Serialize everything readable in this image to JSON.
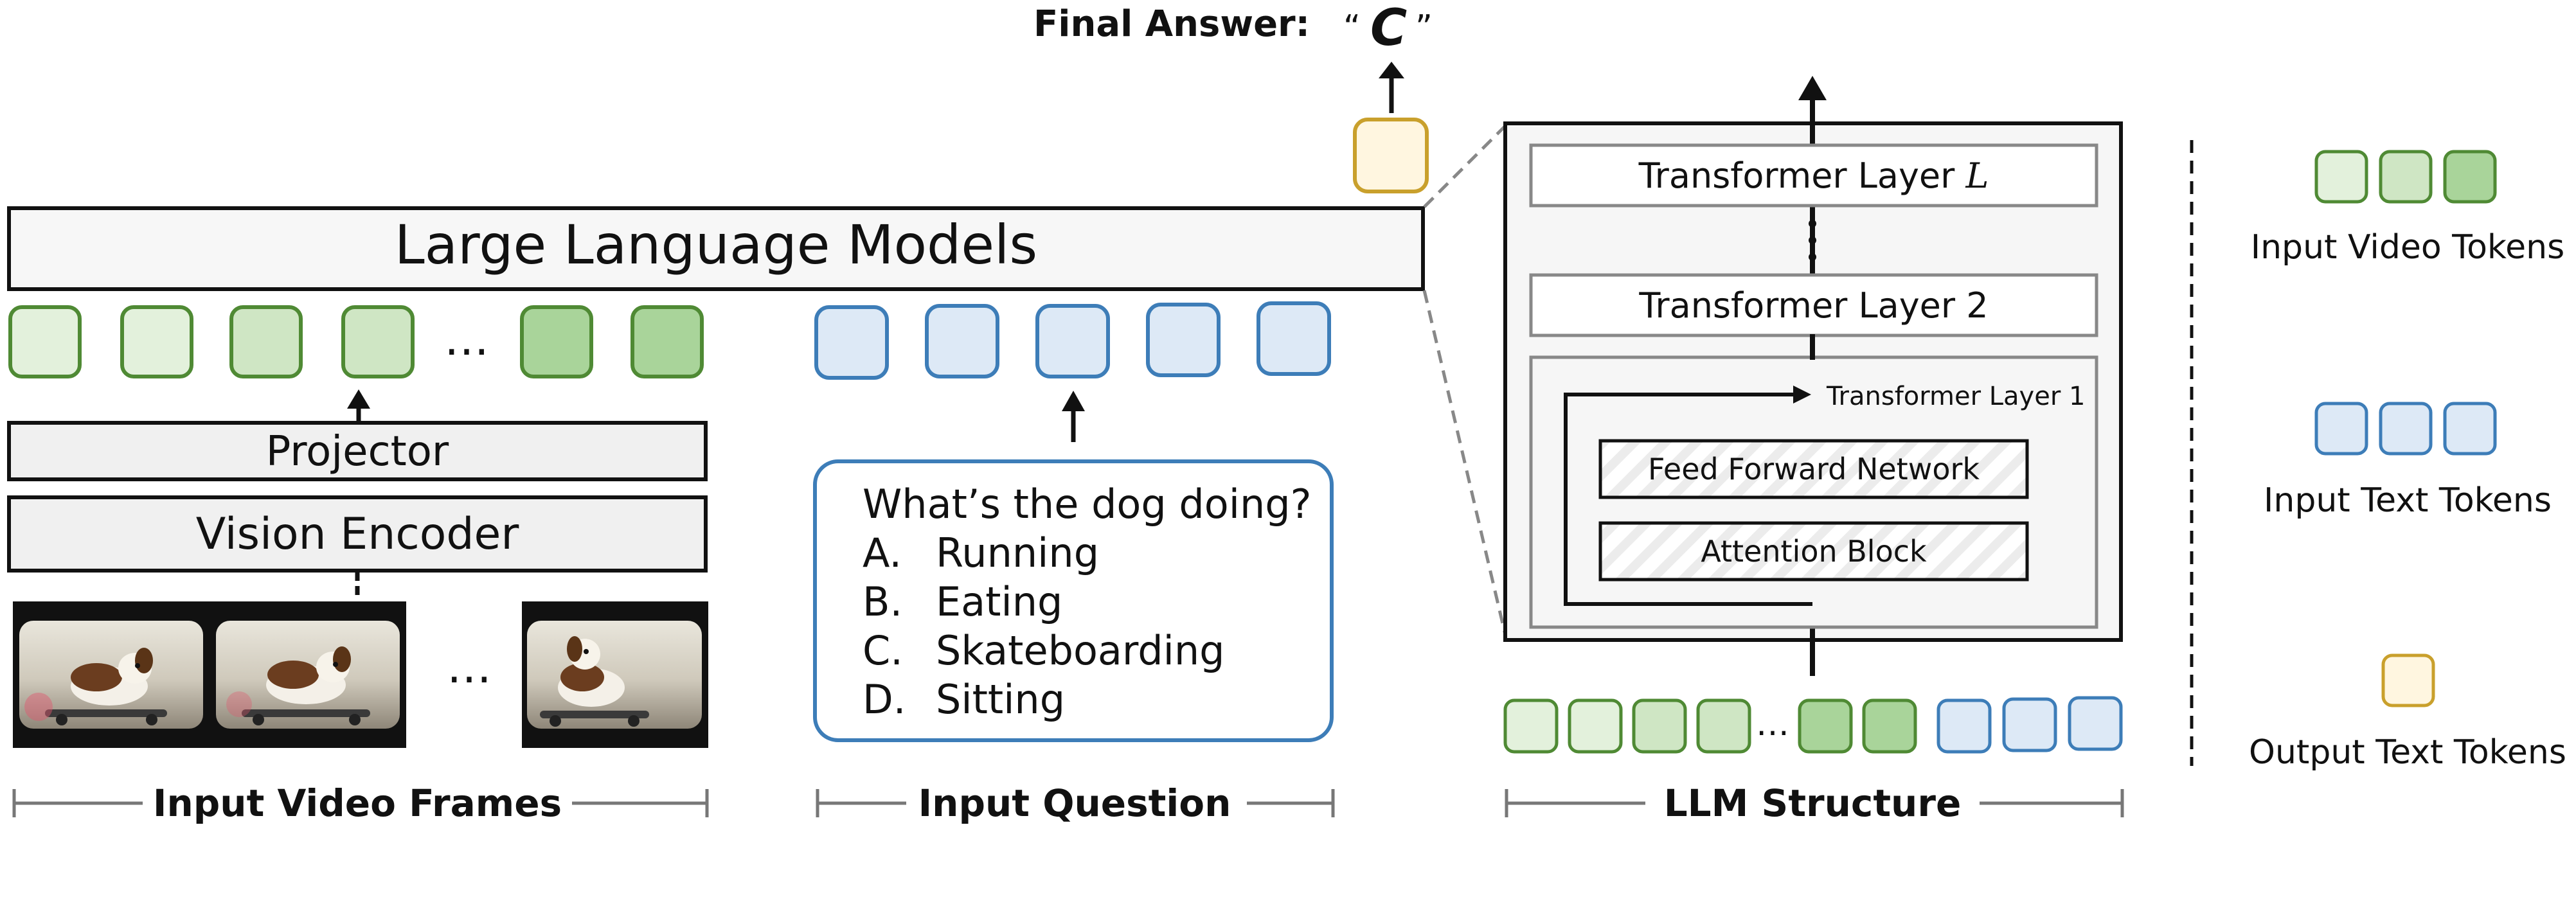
{
  "final_answer": {
    "label": "Final Answer:",
    "open_quote": "“",
    "value": "C",
    "close_quote": "”"
  },
  "llm_box": {
    "title": "Large Language Models"
  },
  "projector": {
    "label": "Projector"
  },
  "vision_encoder": {
    "label": "Vision Encoder"
  },
  "video_frames": {
    "ellipsis": "…"
  },
  "video_tokens_ellipsis": "…",
  "question": {
    "text": "What’s the dog doing?",
    "options": [
      {
        "letter": "A.",
        "text": "Running"
      },
      {
        "letter": "B.",
        "text": "Eating"
      },
      {
        "letter": "C.",
        "text": "Skateboarding"
      },
      {
        "letter": "D.",
        "text": "Sitting"
      }
    ]
  },
  "llm_structure": {
    "layer_top_prefix": "Transformer Layer ",
    "layer_top_var": "L",
    "layer_2": "Transformer Layer 2",
    "layer_1": "Transformer Layer 1",
    "vdots": "⋮",
    "ffn": "Feed Forward Network",
    "attention": "Attention Block",
    "tokens_ellipsis": "…"
  },
  "section_labels": {
    "video": "Input Video Frames",
    "question": "Input Question",
    "llm": "LLM Structure"
  },
  "legend": {
    "video_tokens": "Input Video Tokens",
    "text_tokens": "Input Text Tokens",
    "output_tokens": "Output Text Tokens"
  },
  "colors": {
    "video_token_light": "#e3f1dc",
    "video_token_mid": "#cfe6c4",
    "video_token_dark": "#a9d49a",
    "video_token_stroke": "#4f8a34",
    "text_token_fill": "#dde9f6",
    "text_token_stroke": "#3d7db8",
    "output_token_fill": "#fff6e0",
    "output_token_stroke": "#c9a02c",
    "box_fill": "#f3f3f3"
  }
}
